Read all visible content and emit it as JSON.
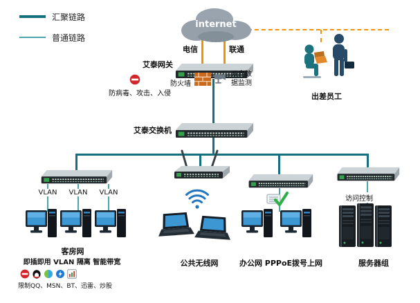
{
  "legend": {
    "items": [
      {
        "label": "汇聚链路"
      },
      {
        "label": "普通链路"
      }
    ]
  },
  "internet": {
    "label": "internet"
  },
  "uplinks": {
    "telecom": "电信",
    "unicom": "联通"
  },
  "gateway": {
    "name": "艾泰网关",
    "antivirus": "防病毒、攻击、入侵",
    "firewall": "防火墙",
    "monitor": "双向数据监测"
  },
  "mobile": {
    "name": "出差员工"
  },
  "core_switch": {
    "name": "艾泰交换机"
  },
  "guest": {
    "vlans": [
      "VLAN",
      "VLAN",
      "VLAN"
    ],
    "name": "客房网",
    "features": "即插即用 VLAN 隔离 智能带宽",
    "restrictions": "限制QQ、MSN、BT、迅雷、炒股"
  },
  "wireless": {
    "name": "公共无线网"
  },
  "office": {
    "name": "办公网 PPPoE拨号上网"
  },
  "servers": {
    "access": "访问控制",
    "name": "服务器组"
  },
  "colors": {
    "aggregation_link": "#14707f",
    "normal_link": "#4aa5ad",
    "wan_link": "#f39200",
    "cloud": "#96a0aa"
  }
}
